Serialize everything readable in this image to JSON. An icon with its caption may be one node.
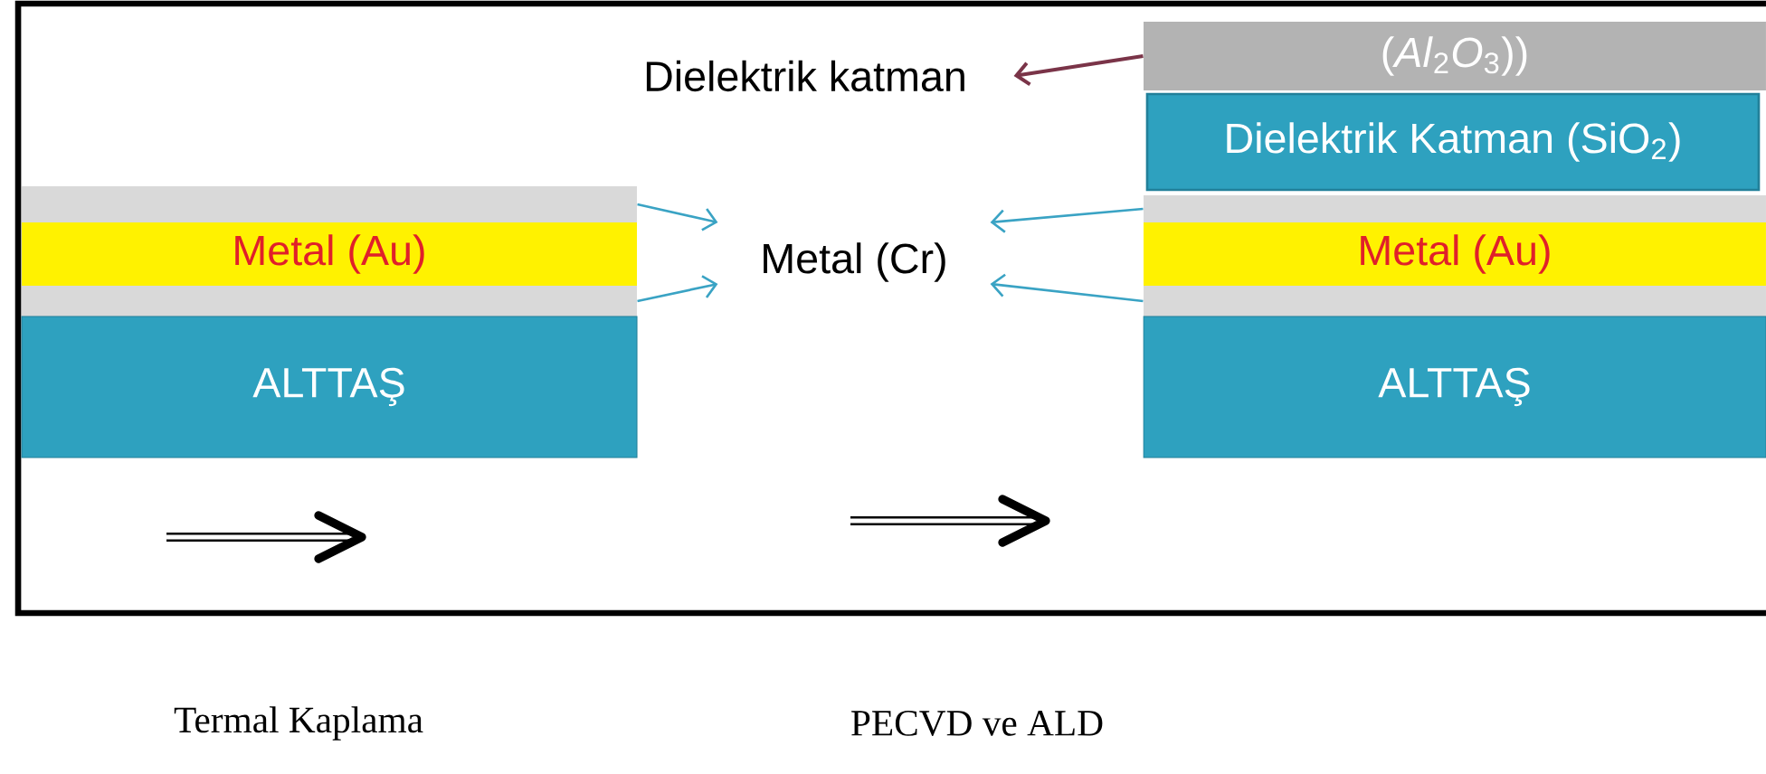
{
  "diagram": {
    "nodes": [
      {
        "text": [],
        "shape": "bar"
      },
      {
        "text": [
          "Metal (Au)"
        ]
      },
      {
        "text": [],
        "shape": "bar"
      },
      {
        "text": [
          "ALTTAŞ"
        ]
      },
      {
        "text": [
          "Dielektrik katman"
        ]
      },
      {
        "text": [
          "(*Al*$_{2}$*O*$_{3}$))"
        ]
      },
      {
        "text": [
          "Dielektrik Katman (SiO$_{2}$)"
        ]
      },
      {
        "text": [
          "Metal (Cr)"
        ]
      },
      {
        "text": [],
        "shape": "bar"
      },
      {
        "text": [
          "Metal (Au)"
        ]
      },
      {
        "text": [],
        "shape": "bar"
      },
      {
        "text": [
          "ALTTAŞ"
        ]
      }
    ],
    "edges": [
      {
        "from": 5,
        "to": 4,
        "arrow": "to",
        "color": "#7a3448"
      },
      {
        "from": 0,
        "to": 7,
        "arrow": "to"
      },
      {
        "from": 2,
        "to": 7,
        "arrow": "to"
      },
      {
        "from": 8,
        "to": 7,
        "arrow": "to"
      },
      {
        "from": 10,
        "to": 7,
        "arrow": "to"
      }
    ],
    "labels": [
      "Termal Kaplama",
      "PECVD ve ALD"
    ]
  }
}
